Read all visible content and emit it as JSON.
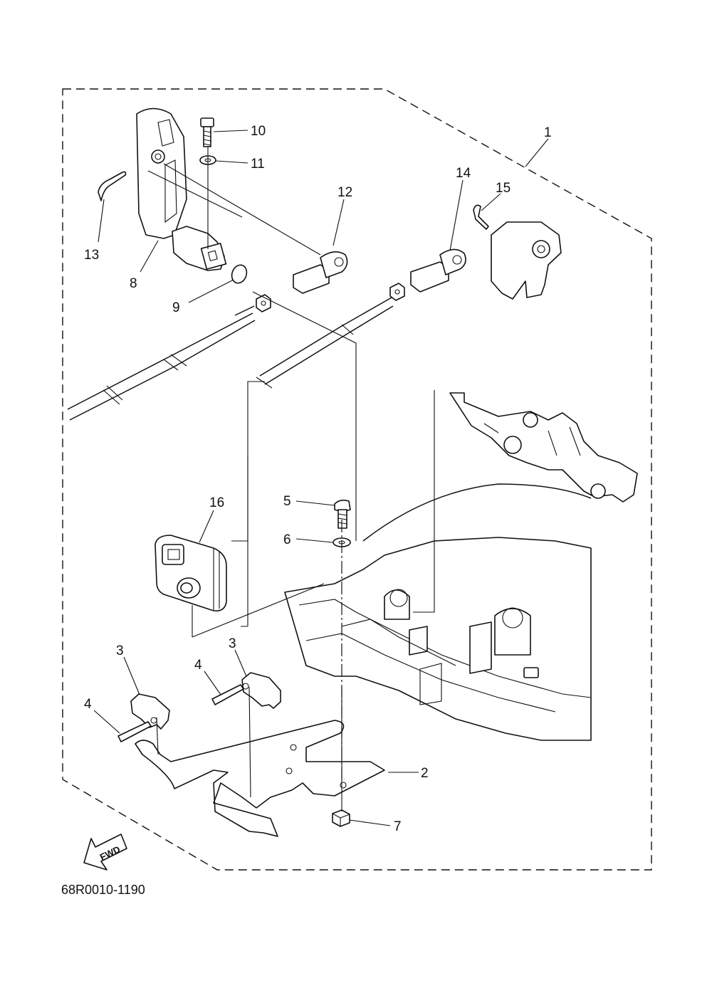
{
  "drawing_code": "68R0010-1190",
  "fwd_label": "FWD",
  "callouts": {
    "c1": "1",
    "c2": "2",
    "c3a": "3",
    "c3b": "3",
    "c4a": "4",
    "c4b": "4",
    "c5": "5",
    "c6": "6",
    "c7": "7",
    "c8": "8",
    "c9": "9",
    "c10": "10",
    "c11": "11",
    "c12": "12",
    "c13": "13",
    "c14": "14",
    "c15": "15",
    "c16": "16"
  }
}
